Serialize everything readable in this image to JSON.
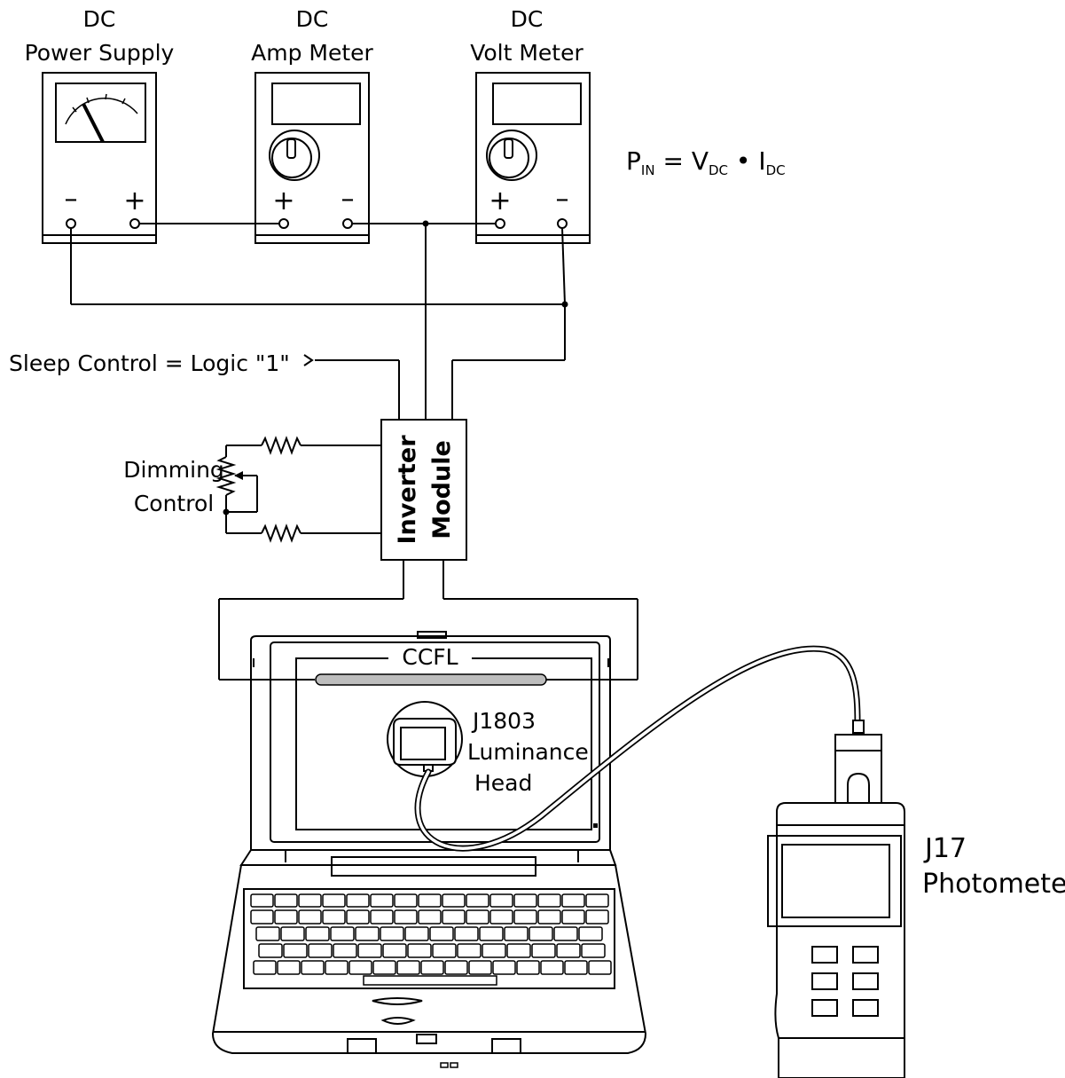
{
  "instruments": {
    "power_supply": {
      "line1": "DC",
      "line2": "Power Supply"
    },
    "amp_meter": {
      "line1": "DC",
      "line2": "Amp Meter"
    },
    "volt_meter": {
      "line1": "DC",
      "line2": "Volt Meter"
    }
  },
  "terminals": {
    "minus": "–",
    "plus": "+"
  },
  "formula": {
    "p": "P",
    "p_sub": "IN",
    "eq": " = ",
    "v": "V",
    "v_sub": "DC",
    "dot": " • ",
    "i": "I",
    "i_sub": "DC"
  },
  "sleep_control": "Sleep Control = Logic \"1\"",
  "dimming": {
    "line1": "Dimming",
    "line2": "Control"
  },
  "inverter": {
    "line1": "Inverter",
    "line2": "Module"
  },
  "ccfl": "CCFL",
  "luminance_head": {
    "line1": "J1803",
    "line2": "Luminance",
    "line3": "Head"
  },
  "photometer": {
    "line1": "J17",
    "line2": "Photometer"
  }
}
